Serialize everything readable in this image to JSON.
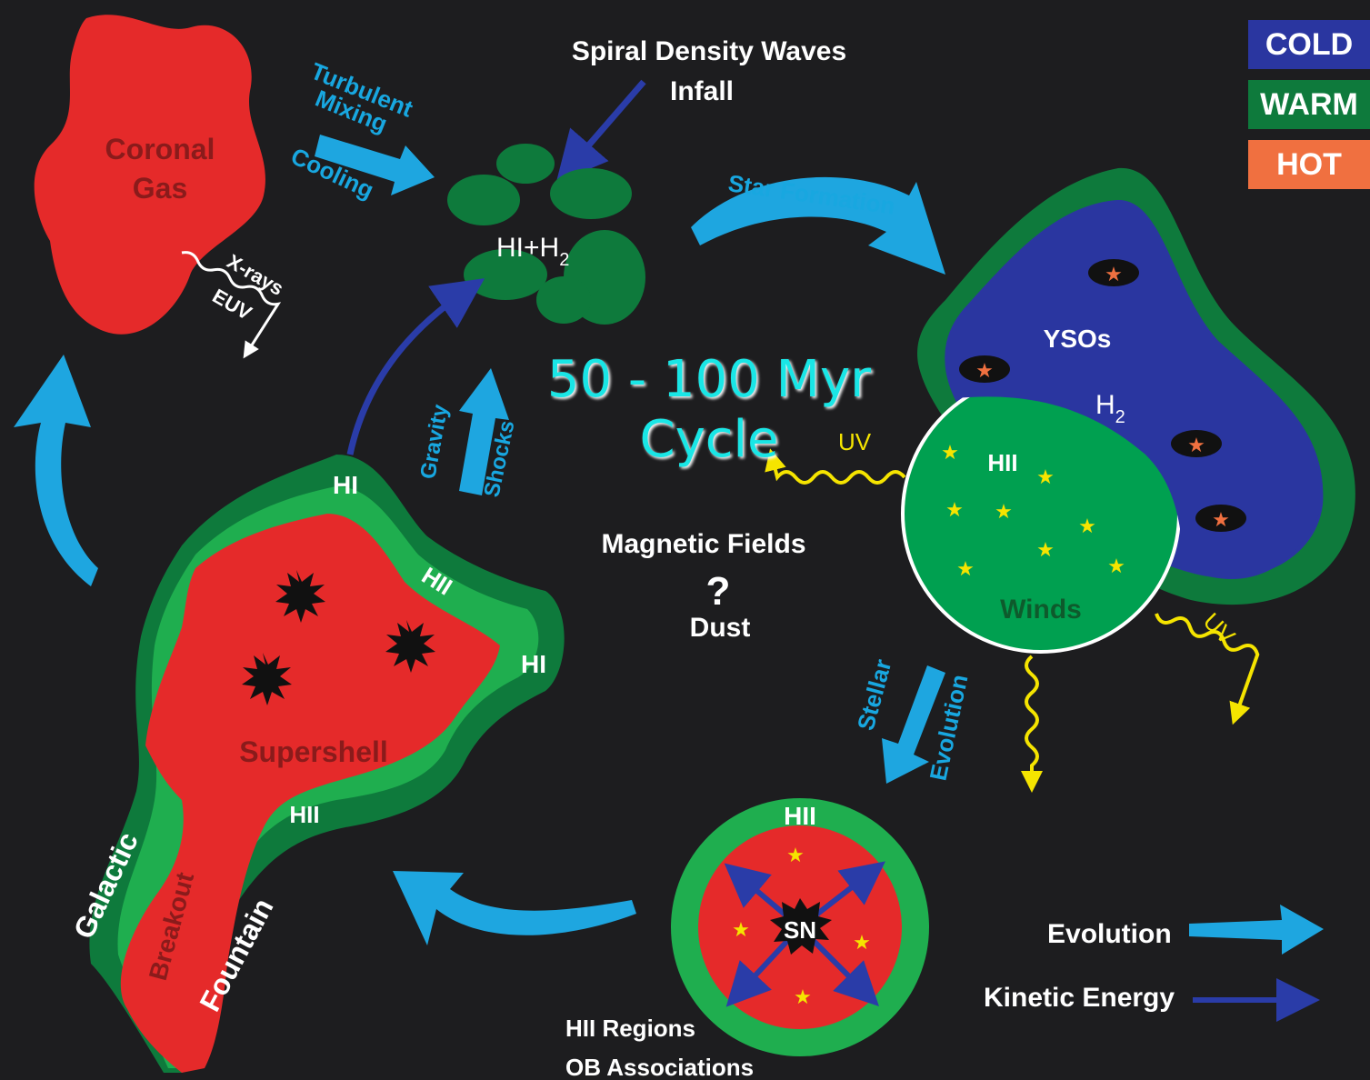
{
  "legend": {
    "cold": "COLD",
    "warm": "WARM",
    "hot": "HOT"
  },
  "colors": {
    "background": "#1d1d1f",
    "cold": "#2a36a0",
    "warm": "#0e7a3c",
    "warm_light": "#1fae4f",
    "hot": "#e52a2a",
    "legend_hot": "#f07040",
    "arrow_blue": "#1ea6e0",
    "arrow_navy": "#2a3ca8",
    "uv_yellow": "#f5e400",
    "label_cyan": "#18a7e0"
  },
  "center": {
    "cycle_line1": "50 - 100 Myr",
    "cycle_line2": "Cycle",
    "magnetic": "Magnetic Fields",
    "question": "?",
    "dust": "Dust"
  },
  "coronal": {
    "label1": "Coronal",
    "label2": "Gas",
    "xrays": "X-rays",
    "euv": "EUV"
  },
  "mixing": {
    "turbulent": "Turbulent",
    "mixing": "Mixing",
    "cooling": "Cooling"
  },
  "infall": {
    "line1": "Spiral Density Waves",
    "line2": "Infall"
  },
  "clouds": {
    "label_main": "HI+H",
    "label_sub": "2"
  },
  "star_formation": "Star Formation",
  "ysos": {
    "label": "YSOs",
    "h2_main": "H",
    "h2_sub": "2",
    "hii": "HII",
    "winds": "Winds",
    "uv": "UV",
    "uv2": "UV"
  },
  "gravity": {
    "gravity": "Gravity",
    "shocks": "Shocks"
  },
  "supershell": {
    "label": "Supershell",
    "hi_top": "HI",
    "hi_right": "HI",
    "hii_right": "HII",
    "hii_bottom": "HII",
    "galactic": "Galactic",
    "breakout": "Breakout",
    "fountain": "Fountain"
  },
  "stellar": {
    "stellar": "Stellar",
    "evolution": "Evolution"
  },
  "sn": {
    "hii": "HII",
    "sn": "SN",
    "regions": "HII Regions",
    "associations": "OB Associations"
  },
  "key": {
    "evolution": "Evolution",
    "kinetic": "Kinetic Energy"
  }
}
